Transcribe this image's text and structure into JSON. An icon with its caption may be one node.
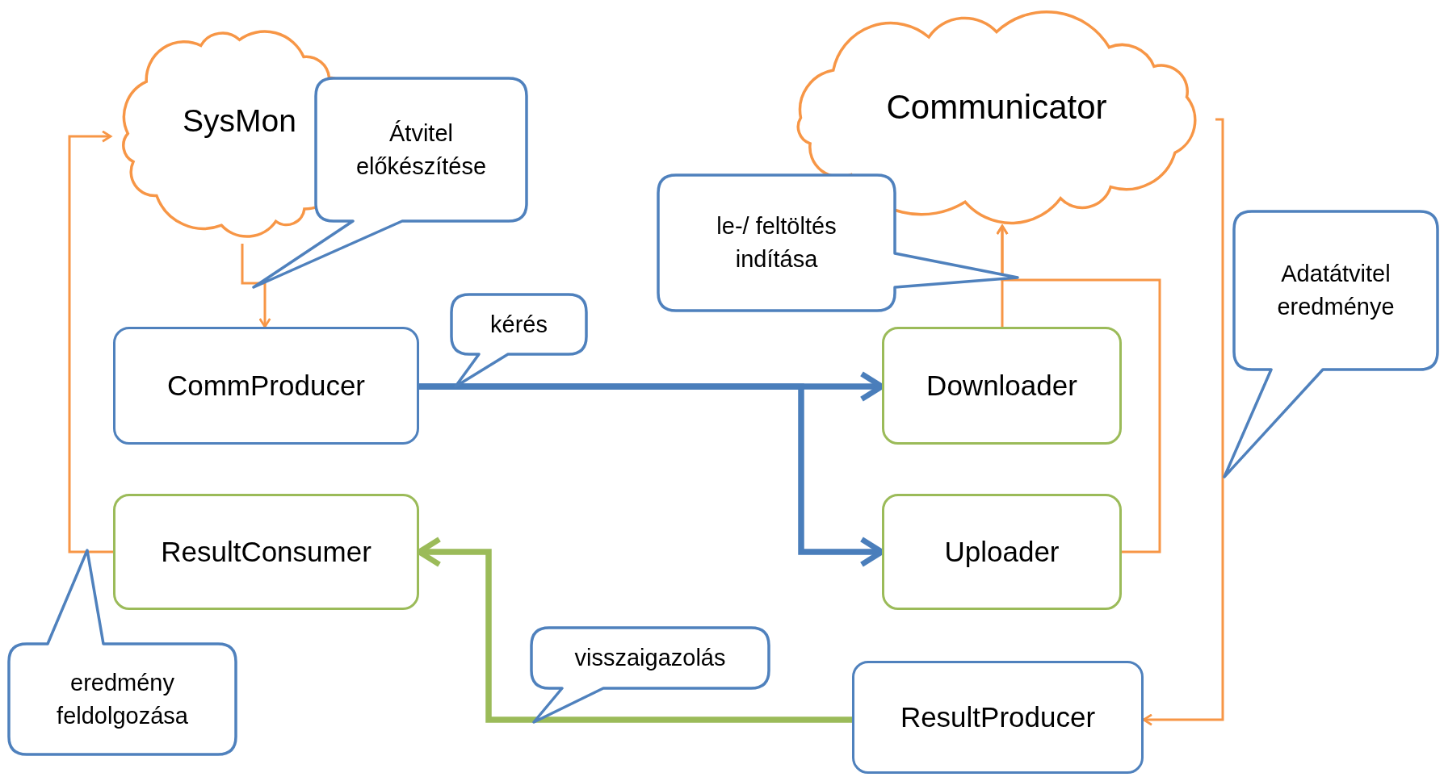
{
  "diagram": {
    "nodes": [
      {
        "text": [
          "SysMon"
        ]
      },
      {
        "text": [
          "Communicator"
        ]
      },
      {
        "text": [
          "CommProducer"
        ]
      },
      {
        "text": [
          "Downloader"
        ]
      },
      {
        "text": [
          "Uploader"
        ]
      },
      {
        "text": [
          "ResultConsumer"
        ]
      },
      {
        "text": [
          "ResultProducer"
        ]
      },
      {
        "text": [
          "Átvitel előkészítése"
        ]
      },
      {
        "text": [
          "le-/ feltöltés indítása"
        ]
      },
      {
        "text": [
          "kérés"
        ]
      },
      {
        "text": [
          "Adatátvitel eredménye"
        ]
      },
      {
        "text": [
          "eredmény feldolgozása"
        ]
      },
      {
        "text": [
          "visszaigazolás"
        ]
      }
    ],
    "edges": [
      {
        "from": 0,
        "to": 2,
        "arrow": "to"
      },
      {
        "from": 5,
        "to": 0,
        "arrow": "to"
      },
      {
        "from": 2,
        "to": 3,
        "arrow": "to",
        "style": "thick",
        "color": "#4a7ebb"
      },
      {
        "from": 2,
        "to": 4,
        "arrow": "to",
        "style": "thick",
        "color": "#4a7ebb"
      },
      {
        "from": 3,
        "to": 1,
        "arrow": "to"
      },
      {
        "from": 4,
        "to": 1,
        "arrow": "to"
      },
      {
        "from": 1,
        "to": 6,
        "arrow": "to"
      },
      {
        "from": 6,
        "to": 5,
        "arrow": "to",
        "style": "thick",
        "color": "#9bbb59"
      }
    ]
  }
}
